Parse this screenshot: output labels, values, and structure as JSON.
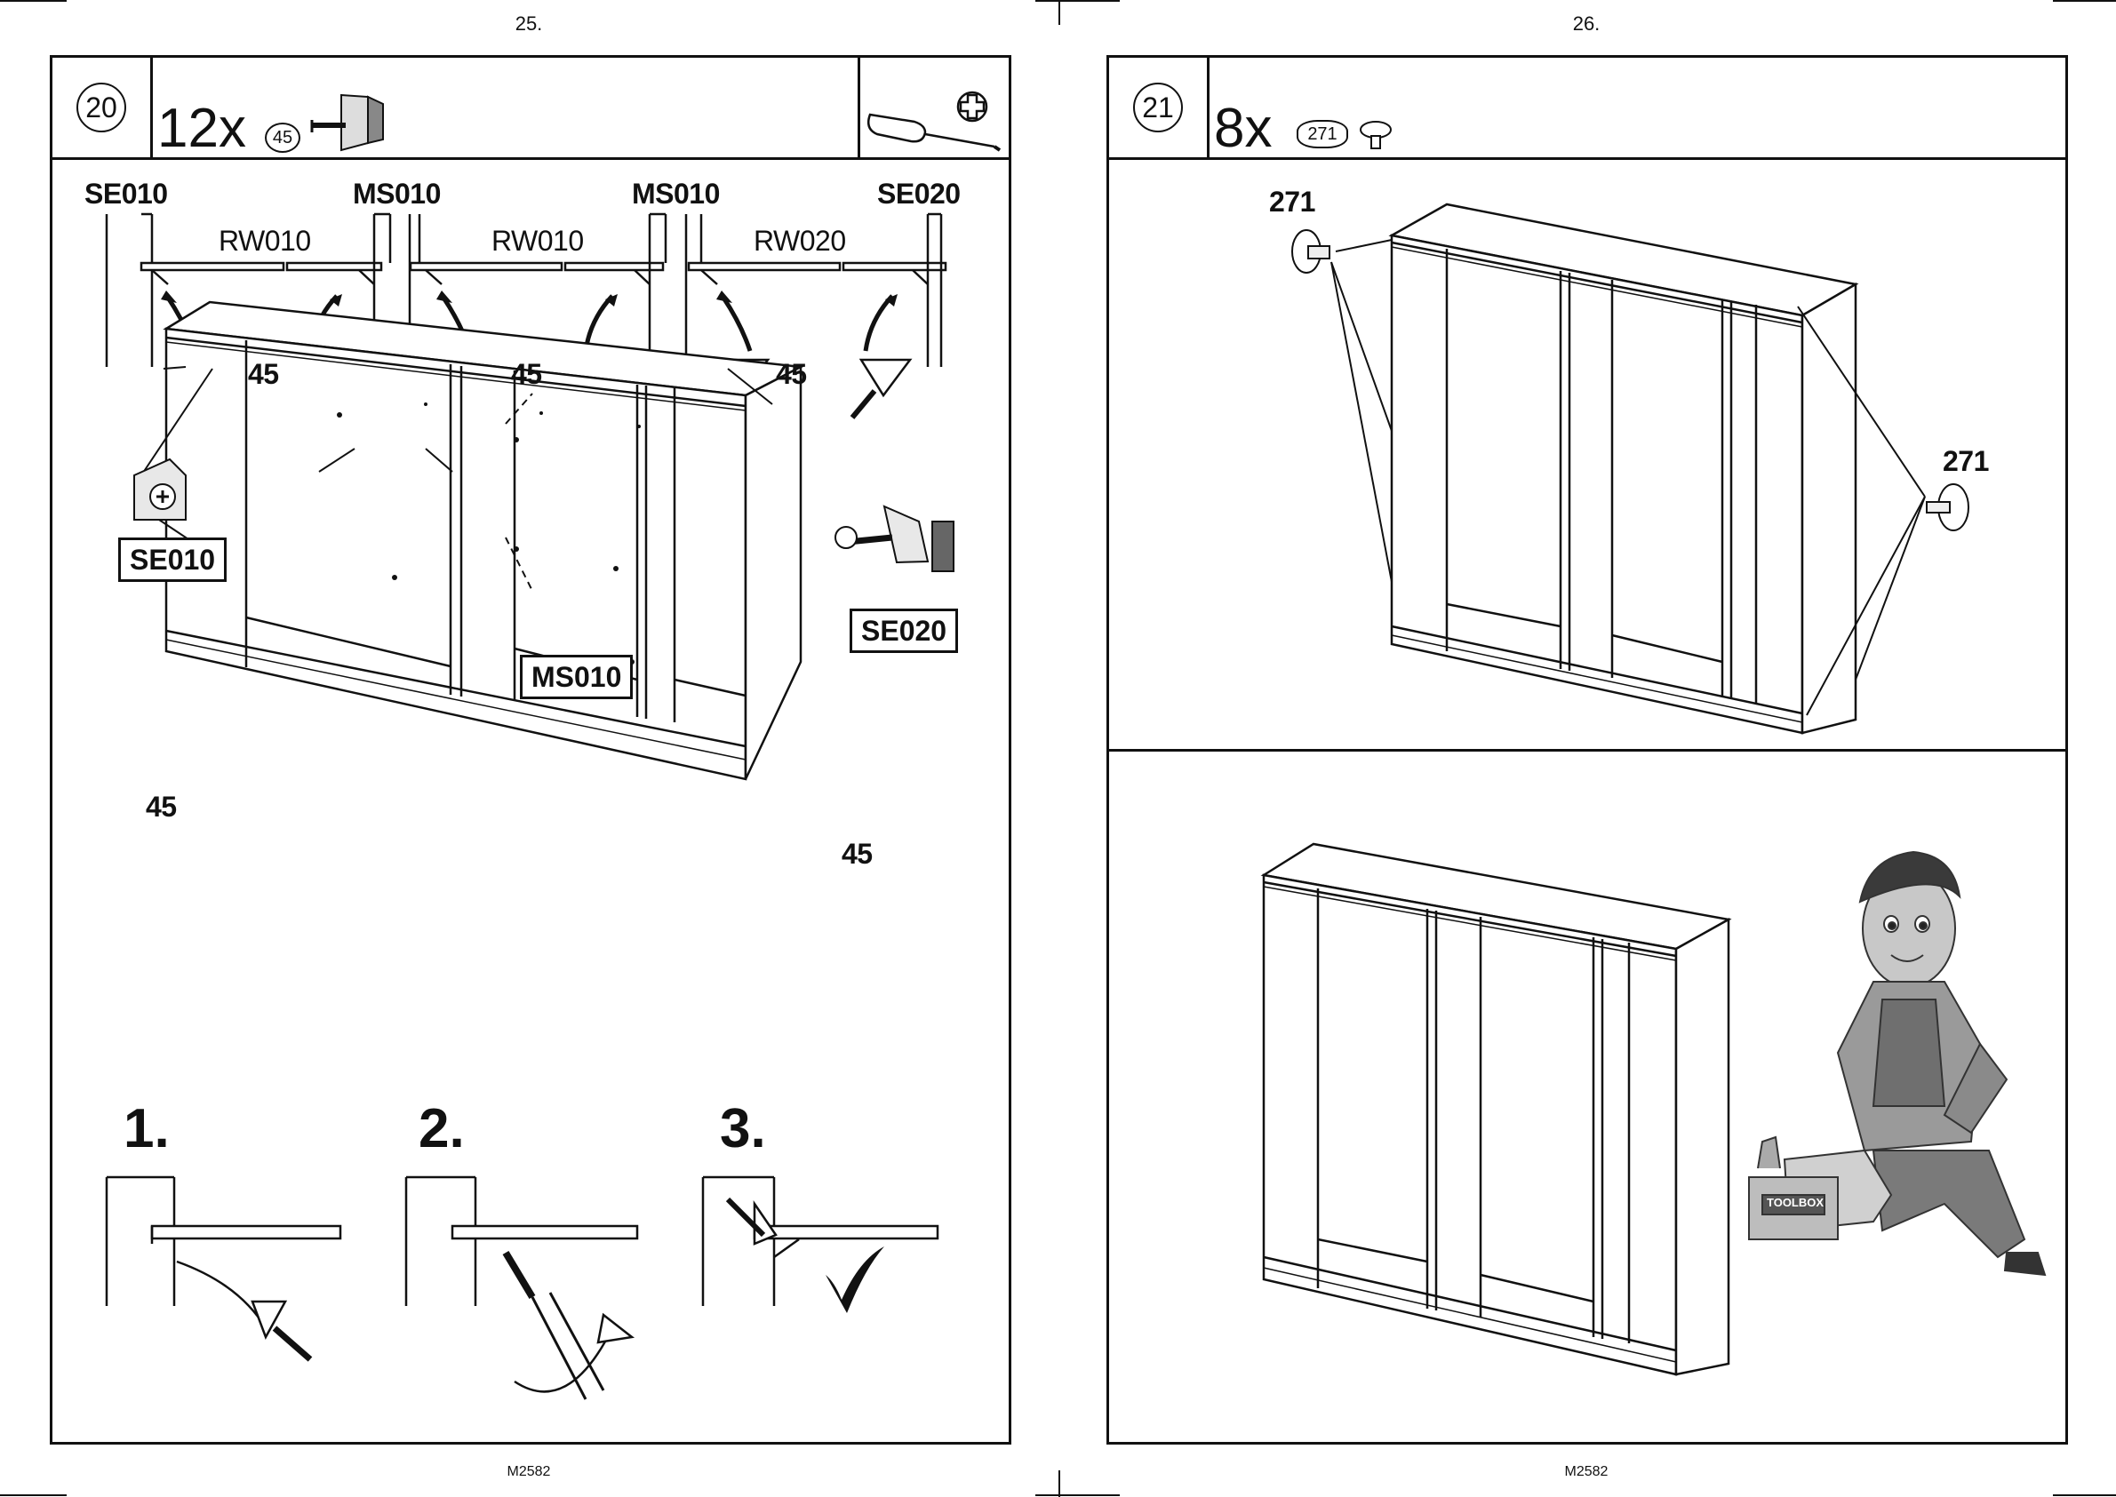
{
  "pages": [
    {
      "page_number": "25.",
      "footer": "M2582"
    },
    {
      "page_number": "26.",
      "footer": "M2582"
    }
  ],
  "step20": {
    "step": "20",
    "quantity": "12x",
    "part_id": "45",
    "top_labels": [
      "SE010",
      "MS010",
      "MS010",
      "SE020"
    ],
    "rail_labels": [
      "RW010",
      "RW010",
      "RW020"
    ],
    "screw_label": "45",
    "cabinet_labels": {
      "left": "SE010",
      "middle": "MS010",
      "right": "SE020"
    },
    "callout_left": "45",
    "callout_right": "45",
    "sub_steps": [
      "1.",
      "2.",
      "3."
    ],
    "icons": [
      "screwdriver-icon",
      "phillips-icon",
      "bracket-icon"
    ]
  },
  "step21": {
    "step": "21",
    "quantity": "8x",
    "part_id": "271",
    "callout_top": "271",
    "callout_right": "271",
    "mascot_box_label": "TOOLBOX"
  }
}
